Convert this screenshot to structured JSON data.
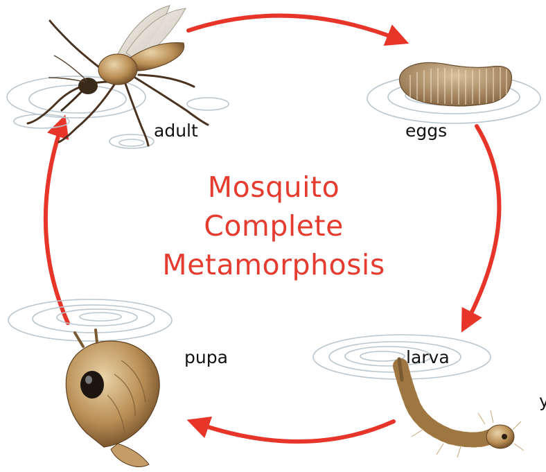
{
  "title": {
    "line1": "Mosquito",
    "line2": "Complete",
    "line3": "Metamorphosis"
  },
  "stages": {
    "adult": "adult",
    "eggs": "eggs",
    "larva": "larva",
    "pupa": "pupa"
  },
  "edge_text": "y",
  "colors": {
    "arrow": "#e8352a",
    "title": "#e53c2f",
    "ripple": "#b9c6cf"
  }
}
